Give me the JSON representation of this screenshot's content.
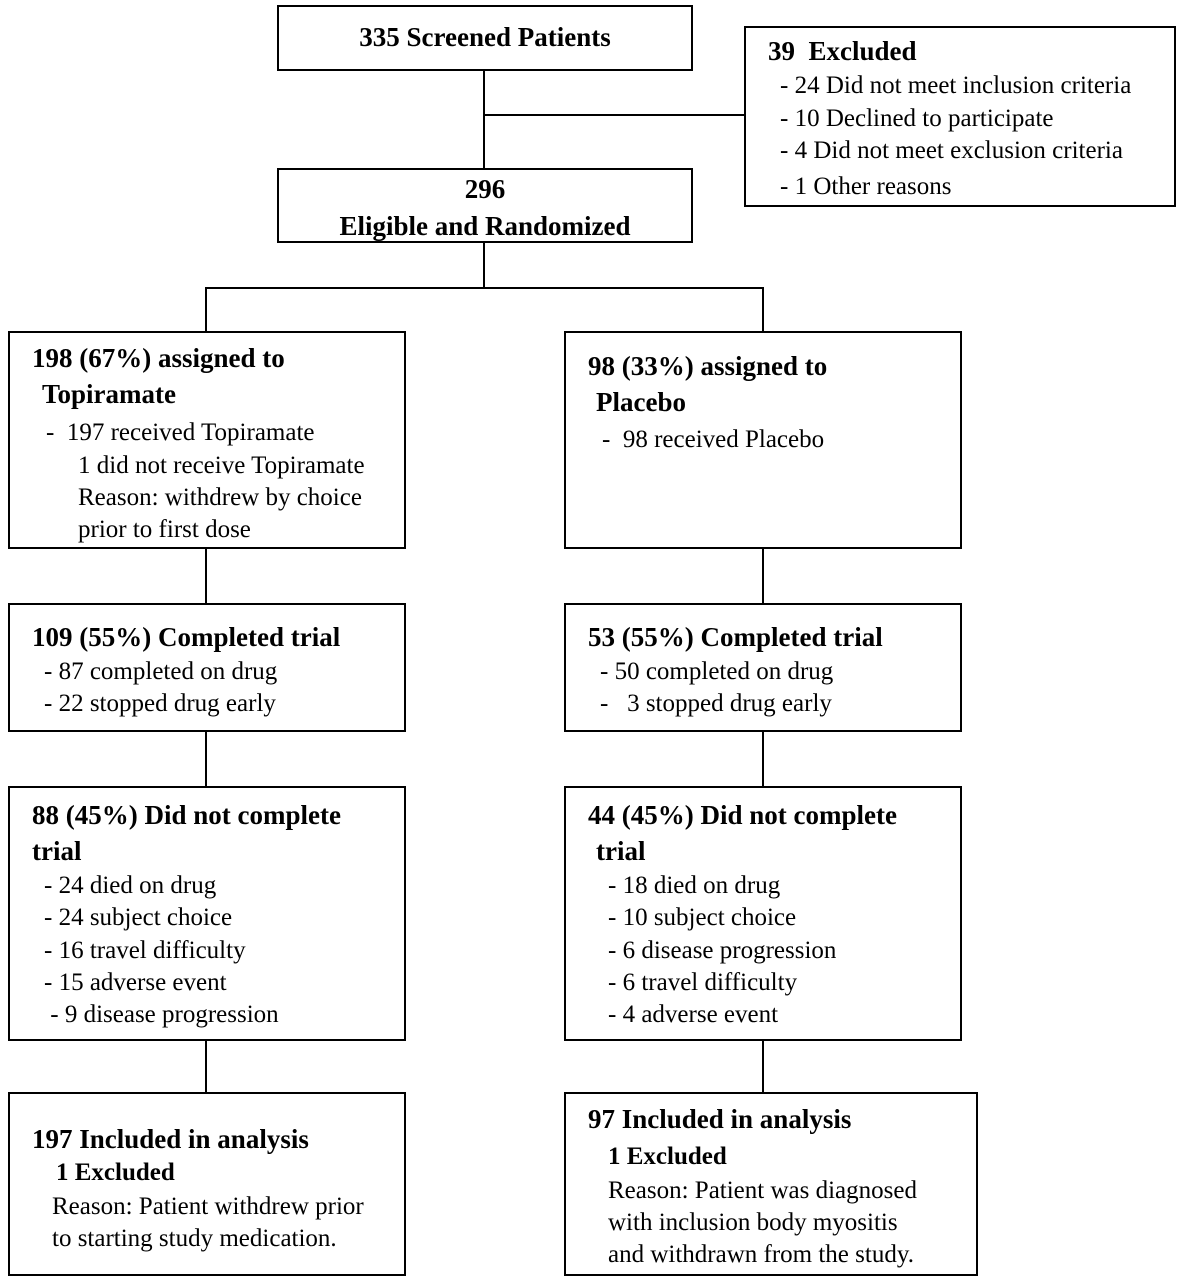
{
  "screened": {
    "title": "335 Screened Patients"
  },
  "excluded": {
    "title": "39  Excluded",
    "items": [
      "- 24 Did not meet inclusion criteria",
      "- 10 Declined to participate",
      "- 4 Did not meet exclusion criteria",
      "- 1 Other reasons"
    ]
  },
  "randomized": {
    "count": "296",
    "label": "Eligible and Randomized"
  },
  "topiramate": {
    "assigned": {
      "title_line1": "198 (67%) assigned to",
      "title_line2": "Topiramate",
      "line1": "-  197 received Topiramate",
      "line2": "1 did not receive Topiramate",
      "line3": "Reason: withdrew by choice",
      "line4": "prior to first dose"
    },
    "completed": {
      "title": "109 (55%) Completed trial",
      "items": [
        "- 87 completed on drug",
        "- 22 stopped drug early"
      ]
    },
    "not_completed": {
      "title_line1": "88 (45%) Did not complete",
      "title_line2": "trial",
      "items": [
        "- 24 died on drug",
        "- 24 subject choice",
        "- 16 travel difficulty",
        "- 15 adverse event",
        " - 9 disease progression"
      ]
    },
    "analysis": {
      "title": "197 Included in analysis",
      "excluded": "1 Excluded",
      "reason_line1": "Reason: Patient withdrew prior",
      "reason_line2": "to starting study medication."
    }
  },
  "placebo": {
    "assigned": {
      "title_line1": "98 (33%) assigned to",
      "title_line2": "Placebo",
      "line1": "-  98 received Placebo"
    },
    "completed": {
      "title": "53 (55%) Completed trial",
      "items": [
        "- 50 completed on drug",
        "-   3 stopped drug early"
      ]
    },
    "not_completed": {
      "title_line1": "44 (45%) Did not complete",
      "title_line2": "trial",
      "items": [
        "- 18 died on drug",
        "- 10 subject choice",
        "- 6 disease progression",
        "- 6 travel difficulty",
        "- 4 adverse event"
      ]
    },
    "analysis": {
      "title": "97 Included in analysis",
      "excluded": "1 Excluded",
      "reason_line1": "Reason: Patient was diagnosed",
      "reason_line2": "with inclusion body myositis",
      "reason_line3": "and withdrawn from the study."
    }
  }
}
